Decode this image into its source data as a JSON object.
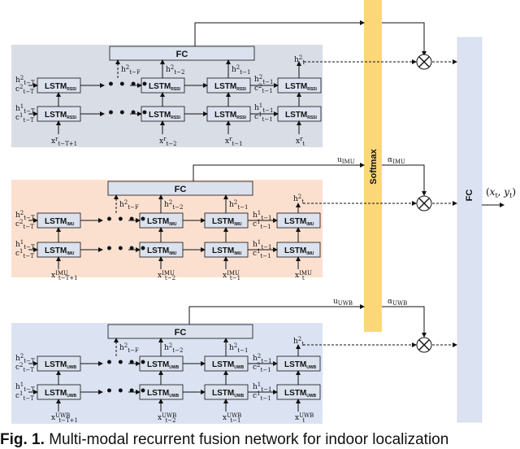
{
  "colors": {
    "rssi_panel": "#d8dde6",
    "imu_panel": "#fbe0d0",
    "uwb_panel": "#dbe3f3",
    "box_fill": "#dbe2ee",
    "softmax_fill": "#fbd77a",
    "fc_right_fill": "#dbe3f3"
  },
  "rows": [
    {
      "id": "rssi",
      "lstm_label": "LSTM",
      "lstm_sub": "RSSI",
      "fc_label": "FC",
      "top_inputs": [
        "h",
        "c"
      ],
      "bottom_inputs": [
        "h",
        "c"
      ],
      "h_labels": [
        "h",
        "h",
        "h",
        "h"
      ],
      "x_labels": [
        "x",
        "x",
        "x",
        "x"
      ],
      "x_sup": "r",
      "x_subs": [
        "t−T+1",
        "t−2",
        "t−1",
        "t"
      ]
    },
    {
      "id": "imu",
      "lstm_label": "LSTM",
      "lstm_sub": "IMU",
      "fc_label": "FC",
      "x_sup": "IMU",
      "x_subs": [
        "t−T+1",
        "t−2",
        "t−1",
        "t"
      ],
      "u_label": "u",
      "u_sub": "IMU",
      "alpha_label": "α",
      "alpha_sub": "IMU"
    },
    {
      "id": "uwb",
      "lstm_label": "LSTM",
      "lstm_sub": "UWB",
      "fc_label": "FC",
      "x_sup": "UWB",
      "x_subs": [
        "t−T+1",
        "t−2",
        "t−1",
        "t"
      ],
      "u_label": "u",
      "u_sub": "UWB",
      "alpha_label": "α",
      "alpha_sub": "UWB"
    }
  ],
  "softmax_label": "Softmax",
  "final_fc_label": "FC",
  "output_label": "(x_t, y_t)",
  "caption": {
    "prefix": "Fig. 1.",
    "text": "Multi-modal recurrent fusion network for indoor localization"
  }
}
